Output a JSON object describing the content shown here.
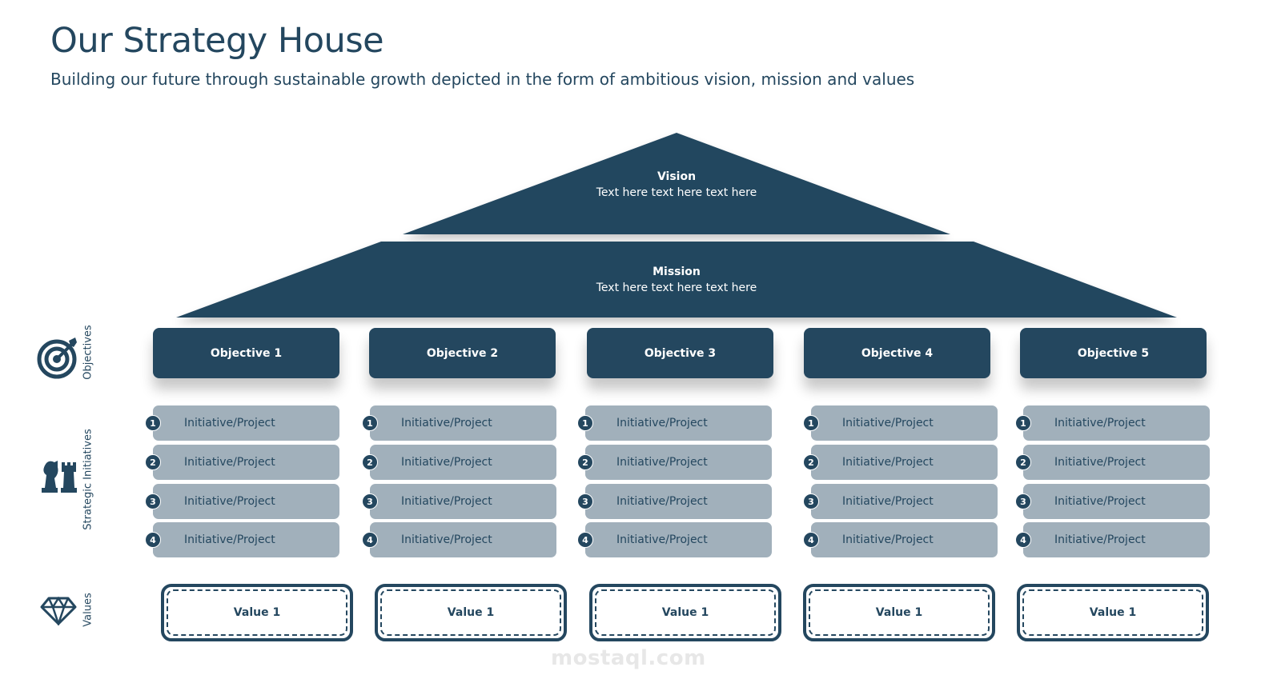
{
  "header": {
    "title": "Our Strategy House",
    "subtitle": "Building our future through sustainable growth depicted in the form of ambitious vision, mission and values"
  },
  "roof": {
    "vision": {
      "title": "Vision",
      "text": "Text here text here text here"
    },
    "mission": {
      "title": "Mission",
      "text": "Text here text here text here"
    }
  },
  "side_labels": {
    "objectives": "Objectives",
    "initiatives": "Strategic Initiatives",
    "values": "Values"
  },
  "icons": {
    "objectives": "target-icon",
    "initiatives": "chess-pieces-icon",
    "values": "diamond-icon"
  },
  "columns": [
    {
      "objective": "Objective 1",
      "initiatives": [
        "Initiative/Project",
        "Initiative/Project",
        "Initiative/Project",
        "Initiative/Project"
      ],
      "value": "Value 1"
    },
    {
      "objective": "Objective 2",
      "initiatives": [
        "Initiative/Project",
        "Initiative/Project",
        "Initiative/Project",
        "Initiative/Project"
      ],
      "value": "Value 1"
    },
    {
      "objective": "Objective 3",
      "initiatives": [
        "Initiative/Project",
        "Initiative/Project",
        "Initiative/Project",
        "Initiative/Project"
      ],
      "value": "Value 1"
    },
    {
      "objective": "Objective 4",
      "initiatives": [
        "Initiative/Project",
        "Initiative/Project",
        "Initiative/Project",
        "Initiative/Project"
      ],
      "value": "Value 1"
    },
    {
      "objective": "Objective 5",
      "initiatives": [
        "Initiative/Project",
        "Initiative/Project",
        "Initiative/Project",
        "Initiative/Project"
      ],
      "value": "Value 1"
    }
  ],
  "numbers": [
    "1",
    "2",
    "3",
    "4"
  ],
  "watermark": "mostaql.com",
  "colors": {
    "primary": "#24475f",
    "initiative_bg": "#a1b0bb",
    "background": "#ffffff"
  }
}
